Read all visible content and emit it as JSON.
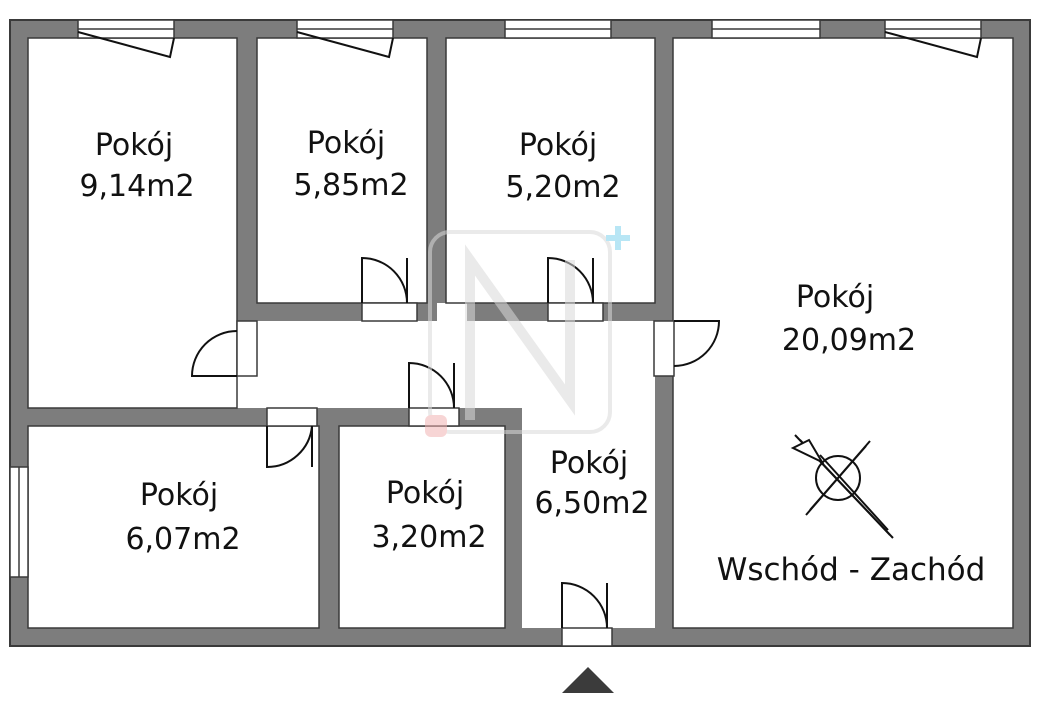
{
  "colors": {
    "wall": "#7d7d7d",
    "wall_outline": "#3a3a3a",
    "floor": "#ffffff",
    "text": "#111111",
    "watermark": "#d9d9d9",
    "watermark_plus": "#7fd3ee",
    "watermark_dot": "#f2b3b3",
    "entrance_arrow": "#3b3b3b"
  },
  "rooms": [
    {
      "id": "room-9-14",
      "name": "Pokój",
      "area": "9,14m2"
    },
    {
      "id": "room-5-85",
      "name": "Pokój",
      "area": "5,85m2"
    },
    {
      "id": "room-5-20",
      "name": "Pokój",
      "area": "5,20m2"
    },
    {
      "id": "room-20-09",
      "name": "Pokój",
      "area": "20,09m2"
    },
    {
      "id": "room-6-07",
      "name": "Pokój",
      "area": "6,07m2"
    },
    {
      "id": "room-3-20",
      "name": "Pokój",
      "area": "3,20m2"
    },
    {
      "id": "room-6-50",
      "name": "Pokój",
      "area": "6,50m2"
    }
  ],
  "orientation": {
    "label": "Wschód - Zachód",
    "icon": "compass-icon"
  },
  "entrance": {
    "icon": "entrance-arrow-icon"
  },
  "watermark": {
    "icon": "logo-watermark-icon"
  }
}
